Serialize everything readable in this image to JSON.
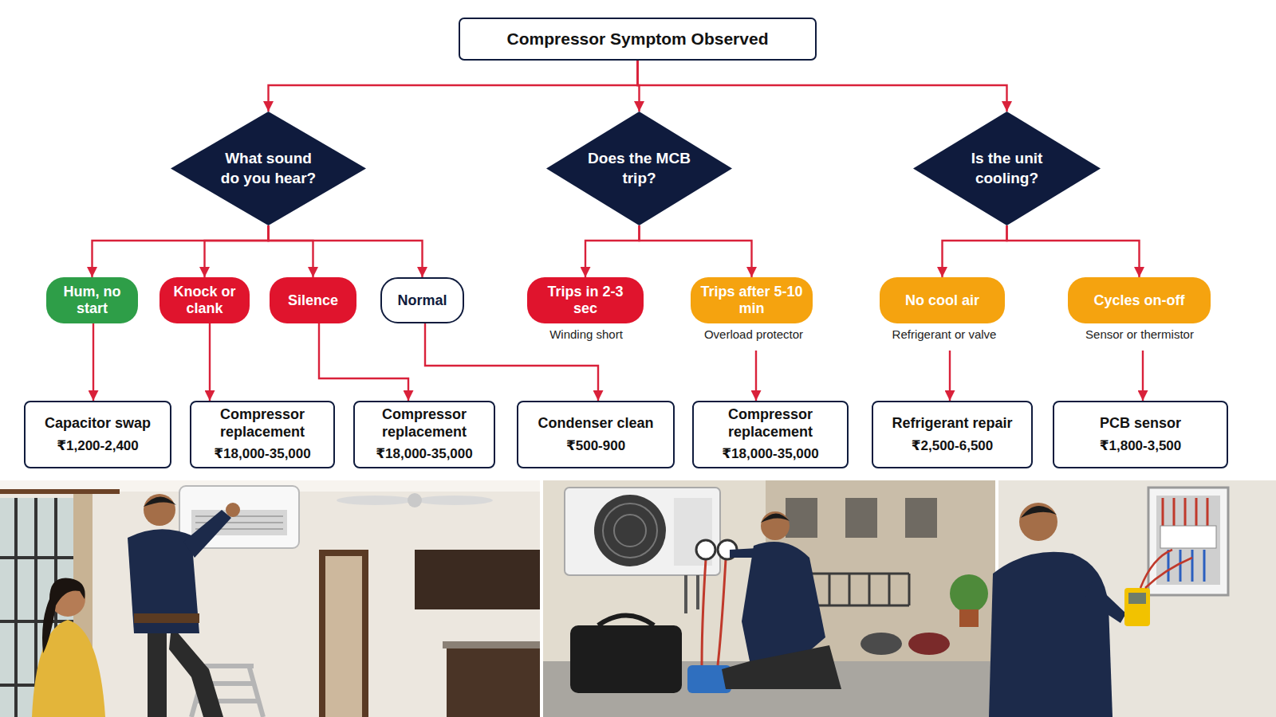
{
  "diagram": {
    "nodes": [
      {
        "text": [
          "Compressor Symptom Observed"
        ]
      },
      {
        "text": [
          "What sound do you hear?"
        ]
      },
      {
        "text": [
          "Does the MCB trip?"
        ]
      },
      {
        "text": [
          "Is the unit cooling?"
        ]
      },
      {
        "text": [
          "Hum, no start"
        ]
      },
      {
        "text": [
          "Knock or clank"
        ]
      },
      {
        "text": [
          "Silence"
        ]
      },
      {
        "text": [
          "Normal"
        ]
      },
      {
        "text": [
          "Trips in 2-3 sec"
        ]
      },
      {
        "text": [
          "Trips after 5-10 min"
        ]
      },
      {
        "text": [
          "No cool air"
        ]
      },
      {
        "text": [
          "Cycles on-off"
        ]
      },
      {
        "text": [
          "Capacitor swap",
          "₹1,200-2,400"
        ]
      },
      {
        "text": [
          "Compressor replacement",
          "₹18,000-35,000"
        ]
      },
      {
        "text": [
          "Compressor replacement",
          "₹18,000-35,000"
        ]
      },
      {
        "text": [
          "Condenser clean",
          "₹500-900"
        ]
      },
      {
        "text": [
          "Compressor replacement",
          "₹18,000-35,000"
        ]
      },
      {
        "text": [
          "Refrigerant repair",
          "₹2,500-6,500"
        ]
      },
      {
        "text": [
          "PCB sensor",
          "₹1,800-3,500"
        ]
      }
    ],
    "edges": [
      {
        "from": 0,
        "to": 1,
        "arrow": "to"
      },
      {
        "from": 0,
        "to": 2,
        "arrow": "to"
      },
      {
        "from": 0,
        "to": 3,
        "arrow": "to"
      },
      {
        "from": 1,
        "to": 4,
        "arrow": "to"
      },
      {
        "from": 1,
        "to": 5,
        "arrow": "to"
      },
      {
        "from": 1,
        "to": 6,
        "arrow": "to"
      },
      {
        "from": 1,
        "to": 7,
        "arrow": "to"
      },
      {
        "from": 2,
        "to": 8,
        "arrow": "to"
      },
      {
        "from": 2,
        "to": 9,
        "arrow": "to"
      },
      {
        "from": 3,
        "to": 10,
        "arrow": "to"
      },
      {
        "from": 3,
        "to": 11,
        "arrow": "to"
      },
      {
        "from": 4,
        "to": 12,
        "arrow": "to"
      },
      {
        "from": 5,
        "to": 13,
        "arrow": "to"
      },
      {
        "from": 6,
        "to": 14,
        "arrow": "to"
      },
      {
        "from": 7,
        "to": 15,
        "arrow": "to"
      },
      {
        "from": 9,
        "to": 16,
        "arrow": "to"
      },
      {
        "from": 10,
        "to": 17,
        "arrow": "to"
      },
      {
        "from": 11,
        "to": 18,
        "arrow": "to"
      }
    ],
    "labels": [
      "Winding short",
      "Overload protector",
      "Refrigerant or valve",
      "Sensor or thermistor"
    ]
  }
}
